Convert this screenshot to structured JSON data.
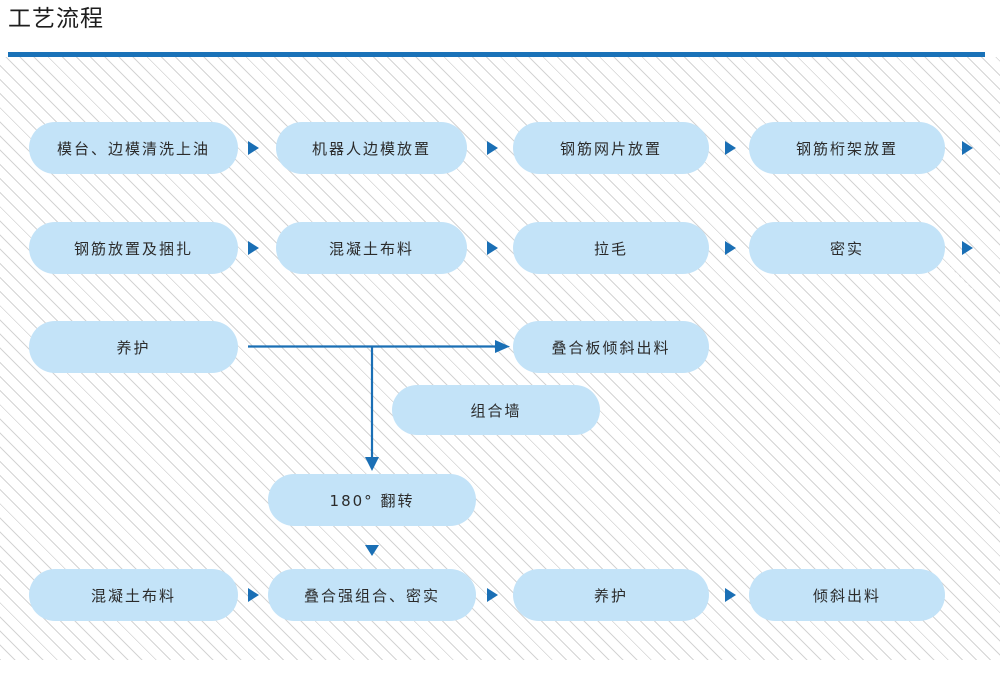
{
  "page": {
    "title": "工艺流程",
    "accent_color": "#1a72b8",
    "node_fill": "#c3e3f8",
    "node_text_color": "#2b2b2b",
    "arrow_color": "#1a6fb5",
    "hatch_color": "#d4d4d4",
    "background": "#ffffff"
  },
  "flow": {
    "rows": [
      {
        "row_id": "row-1",
        "nodes": [
          {
            "label": "模台、边模清洗上油"
          },
          {
            "label": "机器人边模放置"
          },
          {
            "label": "钢筋网片放置"
          },
          {
            "label": "钢筋桁架放置"
          }
        ],
        "trailing_arrow": true
      },
      {
        "row_id": "row-2",
        "nodes": [
          {
            "label": "钢筋放置及捆扎"
          },
          {
            "label": "混凝土布料"
          },
          {
            "label": "拉毛"
          },
          {
            "label": "密实"
          }
        ],
        "trailing_arrow": true
      },
      {
        "row_id": "row-3",
        "nodes": [
          {
            "label": "养护"
          },
          {
            "label": "叠合板倾斜出料"
          }
        ],
        "trailing_arrow": false
      },
      {
        "row_id": "row-4",
        "nodes": [
          {
            "label": "组合墙"
          }
        ],
        "trailing_arrow": false
      },
      {
        "row_id": "row-5",
        "nodes": [
          {
            "label": "180°  翻转"
          }
        ],
        "trailing_arrow": false
      },
      {
        "row_id": "row-6",
        "nodes": [
          {
            "label": "混凝土布料"
          },
          {
            "label": "叠合强组合、密实"
          },
          {
            "label": "养护"
          },
          {
            "label": "倾斜出料"
          }
        ],
        "trailing_arrow": false
      }
    ]
  },
  "labels": {
    "r1n1": "模台、边模清洗上油",
    "r1n2": "机器人边模放置",
    "r1n3": "钢筋网片放置",
    "r1n4": "钢筋桁架放置",
    "r2n1": "钢筋放置及捆扎",
    "r2n2": "混凝土布料",
    "r2n3": "拉毛",
    "r2n4": "密实",
    "r3n1": "养护",
    "r3n2": "叠合板倾斜出料",
    "r4n1": "组合墙",
    "r5n1": "180°  翻转",
    "r6n1": "混凝土布料",
    "r6n2": "叠合强组合、密实",
    "r6n3": "养护",
    "r6n4": "倾斜出料"
  }
}
